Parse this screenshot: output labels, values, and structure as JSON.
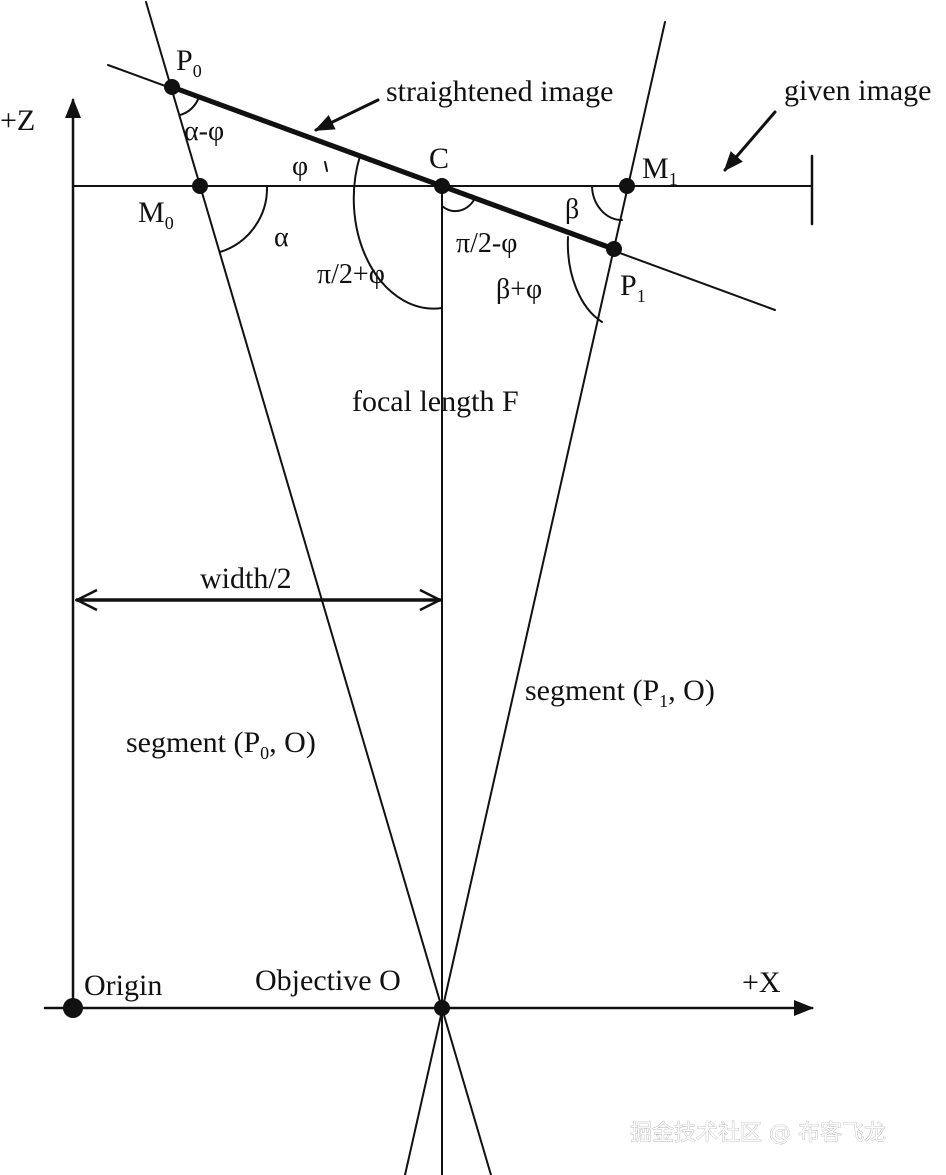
{
  "axes": {
    "z_label": "+Z",
    "x_label": "+X"
  },
  "points": {
    "p0": {
      "main": "P",
      "sub": "0"
    },
    "p1": {
      "main": "P",
      "sub": "1"
    },
    "m0": {
      "main": "M",
      "sub": "0"
    },
    "m1": {
      "main": "M",
      "sub": "1"
    },
    "c": "C",
    "origin": "Origin",
    "objective": "Objective O"
  },
  "angles": {
    "alpha_minus_phi": "α-φ",
    "phi": "φ",
    "alpha": "α",
    "pi2_plus_phi": "π/2+φ",
    "pi2_minus_phi": "π/2-φ",
    "beta": "β",
    "beta_plus_phi": "β+φ"
  },
  "annotations": {
    "straightened_image": "straightened image",
    "given_image": "given image",
    "focal_length": "focal length F",
    "width_half": "width/2"
  },
  "segments": {
    "p0o": {
      "pre": "segment (P",
      "sub": "0",
      "post": ", O)"
    },
    "p1o": {
      "pre": "segment (P",
      "sub": "1",
      "post": ", O)"
    }
  },
  "watermark": "掘金技术社区 @ 布客飞龙"
}
